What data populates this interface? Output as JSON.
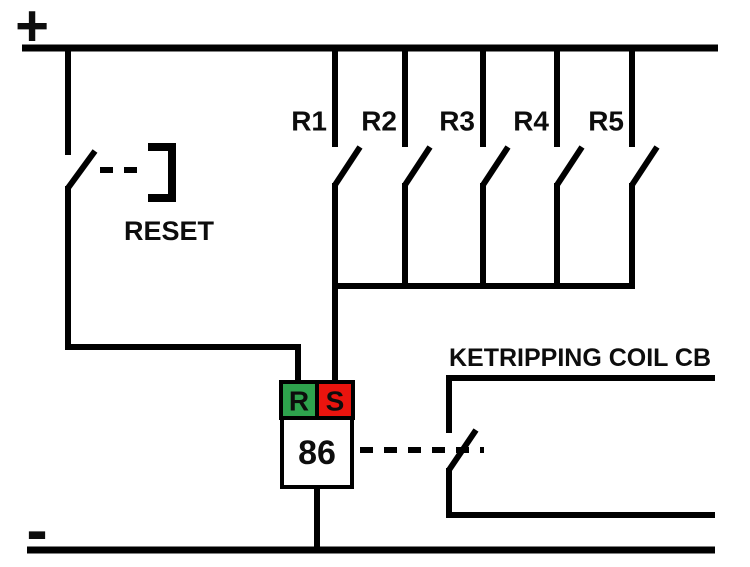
{
  "labels": {
    "positive": "+",
    "negative": "-",
    "reset": "RESET",
    "trip_circuit": "KETRIPPING COIL CB"
  },
  "relay_contacts": [
    {
      "label": "R1"
    },
    {
      "label": "R2"
    },
    {
      "label": "R3"
    },
    {
      "label": "R4"
    },
    {
      "label": "R5"
    }
  ],
  "lockout_relay": {
    "device_number": "86",
    "reset_cell": {
      "label": "R",
      "color": "#2EA34D"
    },
    "set_cell": {
      "label": "S",
      "color": "#EA140E"
    }
  },
  "colors": {
    "line": "#000000",
    "background": "#FFFFFF",
    "text": "#0D0D0D"
  }
}
